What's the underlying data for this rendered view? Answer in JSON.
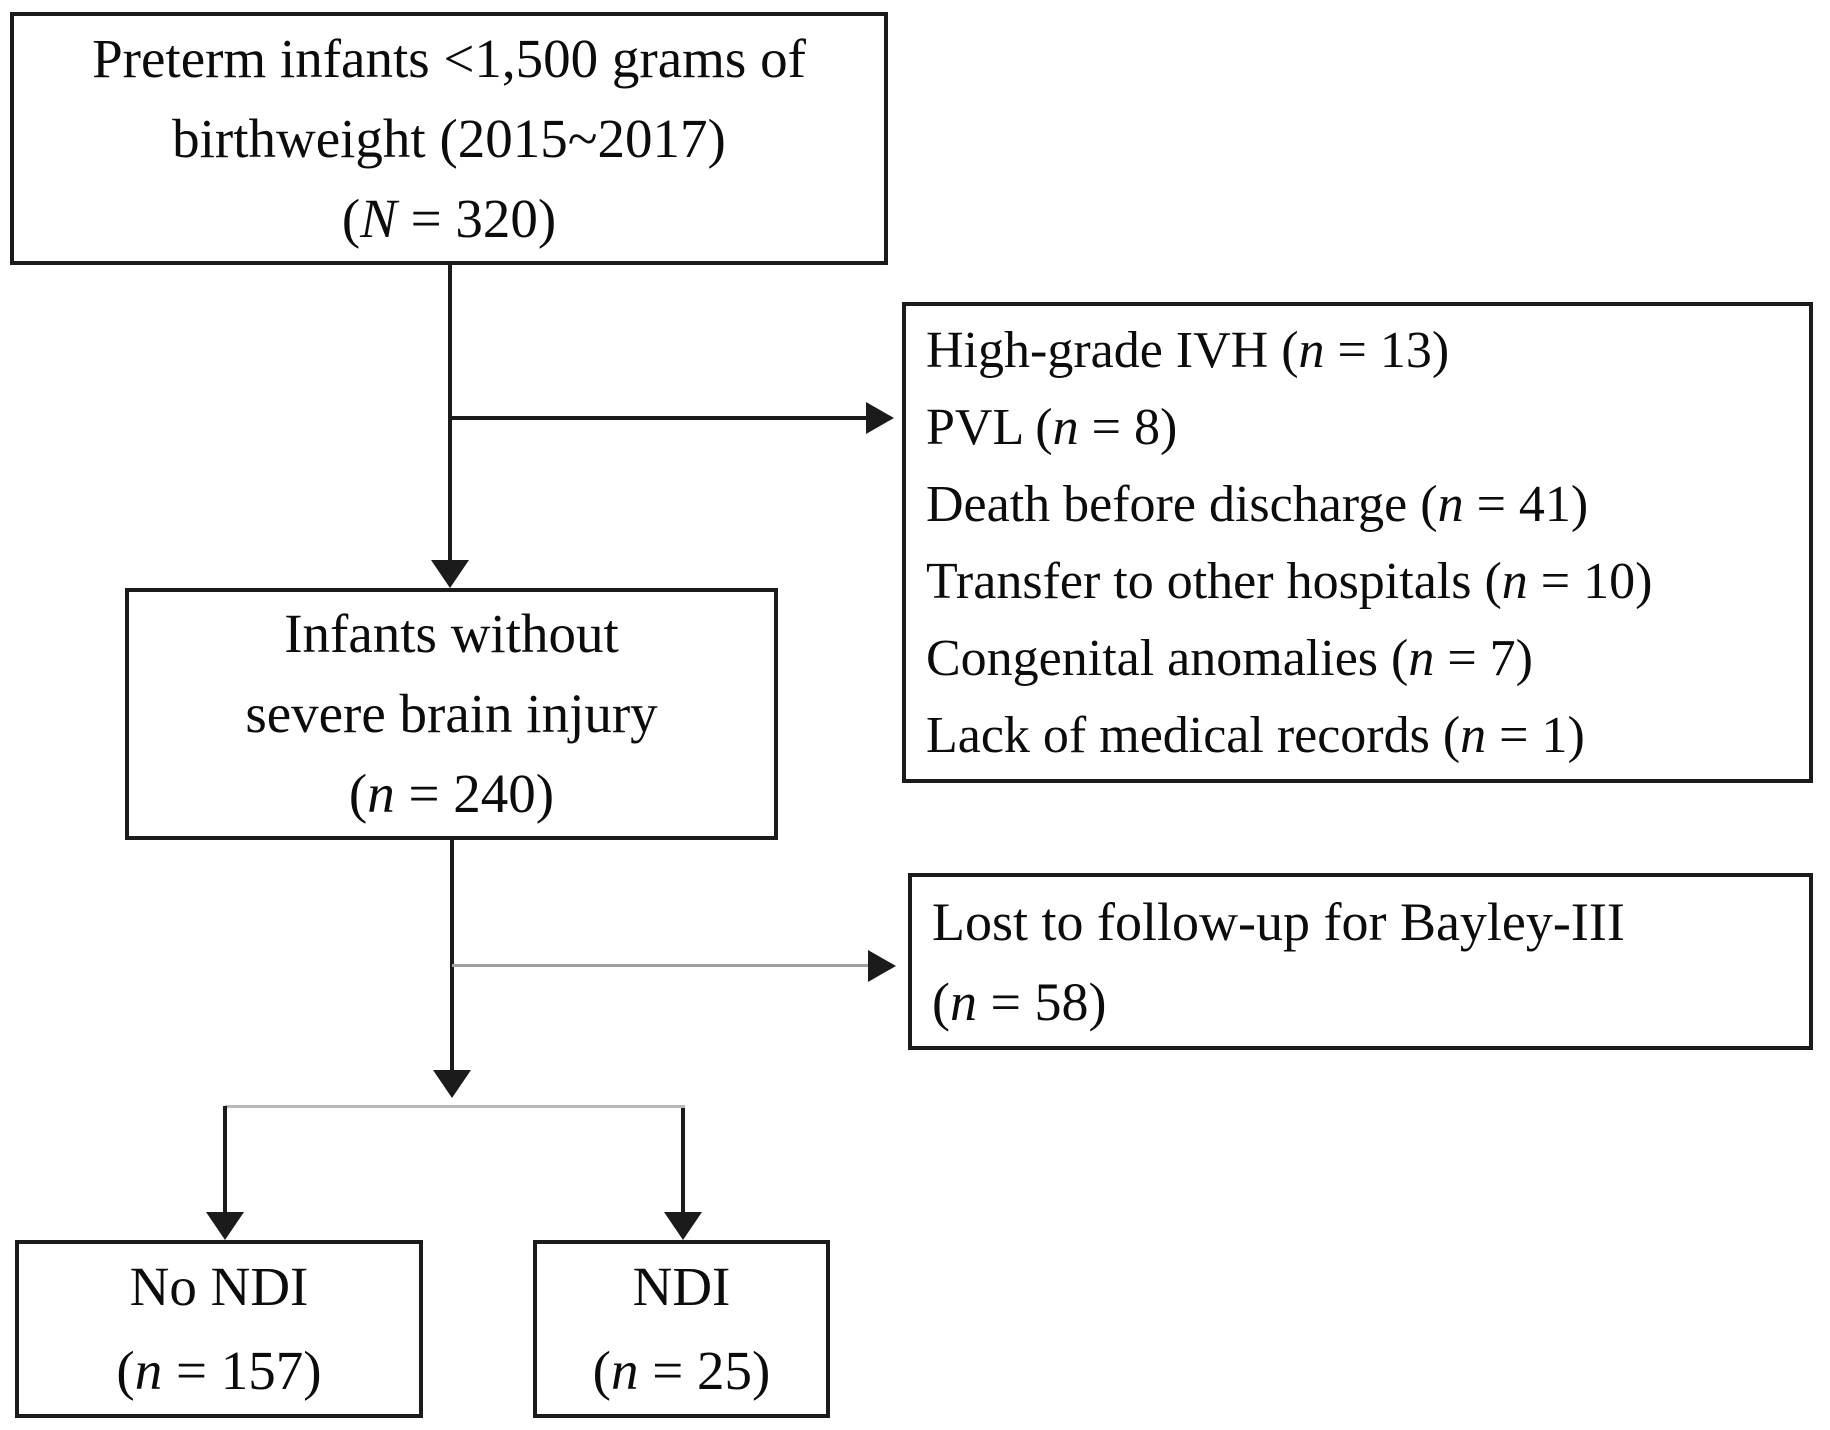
{
  "figure": {
    "type": "study-flow-diagram",
    "colors": {
      "border": "#1b1b1b",
      "text": "#0c0c0c",
      "gray_connector": "#a8a8a8",
      "background": "#ffffff"
    },
    "nodes": {
      "top": {
        "lines": [
          [
            {
              "t": "Preterm infants <1,500 grams of"
            }
          ],
          [
            {
              "t": "birthweight (2015~2017)"
            }
          ],
          [
            {
              "t": "("
            },
            {
              "t": "N",
              "i": true
            },
            {
              "t": " = 320)"
            }
          ]
        ]
      },
      "exclusions": {
        "lines": [
          [
            {
              "t": "High-grade IVH ("
            },
            {
              "t": "n",
              "i": true
            },
            {
              "t": " = 13)"
            }
          ],
          [
            {
              "t": "PVL ("
            },
            {
              "t": "n",
              "i": true
            },
            {
              "t": " = 8)"
            }
          ],
          [
            {
              "t": "Death before discharge ("
            },
            {
              "t": "n",
              "i": true
            },
            {
              "t": " = 41)"
            }
          ],
          [
            {
              "t": "Transfer to other hospitals ("
            },
            {
              "t": "n",
              "i": true
            },
            {
              "t": " = 10)"
            }
          ],
          [
            {
              "t": "Congenital anomalies ("
            },
            {
              "t": "n",
              "i": true
            },
            {
              "t": " = 7)"
            }
          ],
          [
            {
              "t": "Lack of medical records ("
            },
            {
              "t": "n",
              "i": true
            },
            {
              "t": " = 1)"
            }
          ]
        ]
      },
      "no_severe_injury": {
        "lines": [
          [
            {
              "t": "Infants without"
            }
          ],
          [
            {
              "t": "severe brain injury"
            }
          ],
          [
            {
              "t": "("
            },
            {
              "t": "n",
              "i": true
            },
            {
              "t": " = 240)"
            }
          ]
        ]
      },
      "lost_followup": {
        "lines": [
          [
            {
              "t": "Lost to follow-up for Bayley-III"
            }
          ],
          [
            {
              "t": "("
            },
            {
              "t": "n",
              "i": true
            },
            {
              "t": " = 58)"
            }
          ]
        ]
      },
      "no_ndi": {
        "lines": [
          [
            {
              "t": "No NDI"
            }
          ],
          [
            {
              "t": "("
            },
            {
              "t": "n",
              "i": true
            },
            {
              "t": " = 157)"
            }
          ]
        ]
      },
      "ndi": {
        "lines": [
          [
            {
              "t": "NDI"
            }
          ],
          [
            {
              "t": "("
            },
            {
              "t": "n",
              "i": true
            },
            {
              "t": " = 25)"
            }
          ]
        ]
      }
    }
  }
}
